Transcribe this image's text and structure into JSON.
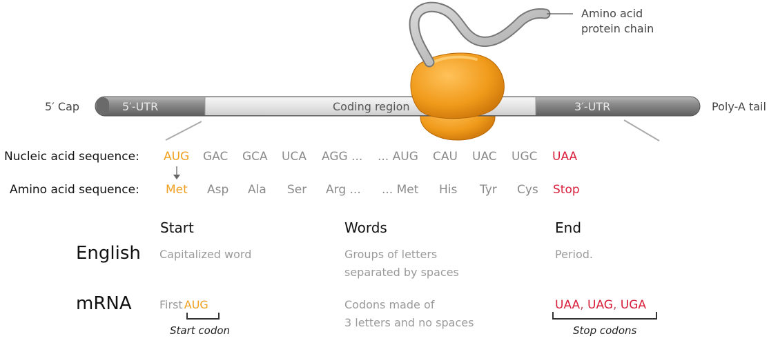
{
  "labels": {
    "cap": "5′ Cap",
    "utr5": "5′-UTR",
    "coding": "Coding region",
    "utr3": "3′-UTR",
    "polya": "Poly-A tail",
    "chain_line1": "Amino acid",
    "chain_line2": "protein chain"
  },
  "sequence": {
    "nucleic_label": "Nucleic acid sequence:",
    "amino_label": "Amino acid sequence:",
    "codons": [
      "AUG",
      "GAC",
      "GCA",
      "UCA",
      "AGG ...",
      "... AUG",
      "CAU",
      "UAC",
      "UGC",
      "UAA"
    ],
    "aminos": [
      "Met",
      "Asp",
      "Ala",
      "Ser",
      "Arg ...",
      "... Met",
      "His",
      "Tyr",
      "Cys",
      "Stop"
    ]
  },
  "comparison": {
    "headers": {
      "start": "Start",
      "words": "Words",
      "end": "End"
    },
    "english": {
      "row_label": "English",
      "start": "Capitalized word",
      "words_line1": "Groups of letters",
      "words_line2": "separated by spaces",
      "end": "Period."
    },
    "mrna": {
      "row_label": "mRNA",
      "start_prefix": "First",
      "start_codon": "AUG",
      "words_line1": "Codons made of",
      "words_line2": "3 letters and no spaces",
      "end_codons": [
        "UAA",
        "UAG",
        "UGA"
      ],
      "end_separator": ", "
    },
    "captions": {
      "start": "Start codon",
      "end": "Stop codons"
    }
  },
  "colors": {
    "start": "#f0a020",
    "stop": "#d81e3a",
    "ribosome": "#f09a1a",
    "mrna_body": "#8c8c8c",
    "coding_region": "#e6e6e6"
  }
}
